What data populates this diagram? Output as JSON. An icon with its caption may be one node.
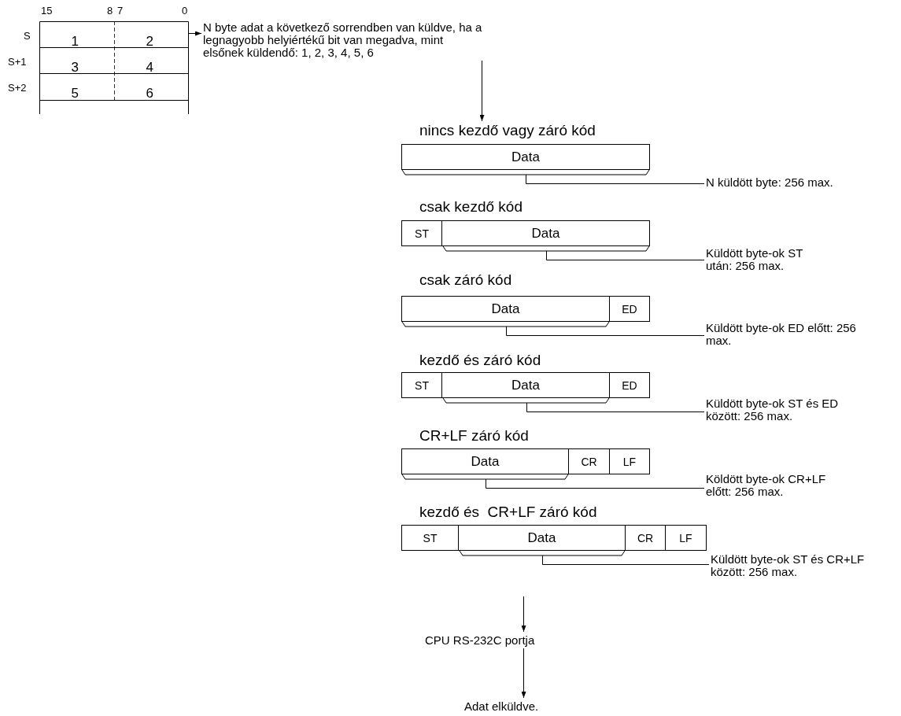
{
  "diagram": {
    "nodes": [
      {
        "text": [],
        "shape": "box"
      },
      {
        "text": [
          "N byte adat a következő sorrendben van küldve, ha a legnagyobb helyiértékű bit van megadva, mint elsőnek küldendő: 1, 2, 3, 4, 5, 6"
        ]
      },
      {
        "text": [
          "nincs kezdő vagy záró kód"
        ]
      },
      {
        "text": [
          "Data"
        ],
        "in": 2
      },
      {
        "text": [
          "N küldött byte: 256 max."
        ]
      },
      {
        "text": [
          "csak kezdő kód"
        ]
      },
      {
        "text": [
          "ST"
        ],
        "in": 5
      },
      {
        "text": [
          "Data"
        ],
        "in": 5
      },
      {
        "text": [
          "Küldött byte-ok ST után: 256 max."
        ]
      },
      {
        "text": [
          "csak záró kód"
        ]
      },
      {
        "text": [
          "Data"
        ],
        "in": 9
      },
      {
        "text": [
          "ED"
        ],
        "in": 9
      },
      {
        "text": [
          "Küldött byte-ok ED előtt: 256 max."
        ]
      },
      {
        "text": [
          "kezdő és záró kód"
        ]
      },
      {
        "text": [
          "ST"
        ],
        "in": 13
      },
      {
        "text": [
          "Data"
        ],
        "in": 13
      },
      {
        "text": [
          "ED"
        ],
        "in": 13
      },
      {
        "text": [
          "Küldött byte-ok ST és ED között: 256 max."
        ]
      },
      {
        "text": [
          "CR+LF záró kód"
        ]
      },
      {
        "text": [
          "Data"
        ],
        "in": 18
      },
      {
        "text": [
          "CR"
        ],
        "in": 18
      },
      {
        "text": [
          "LF"
        ],
        "in": 18
      },
      {
        "text": [
          "Köldött byte-ok CR+LF előtt: 256 max."
        ]
      },
      {
        "text": [
          "kezdő és  CR+LF záró kód"
        ]
      },
      {
        "text": [
          "ST"
        ],
        "in": 23
      },
      {
        "text": [
          "Data"
        ],
        "in": 23
      },
      {
        "text": [
          "CR"
        ],
        "in": 23
      },
      {
        "text": [
          "LF"
        ],
        "in": 23
      },
      {
        "text": [
          "Küldött byte-ok ST és CR+LF között: 256 max."
        ]
      },
      {
        "text": [
          "CPU RS-232C portja"
        ]
      },
      {
        "text": [
          "Adat elküldve."
        ]
      }
    ],
    "edges": [
      {
        "from": 0,
        "to": 1,
        "arrow": "to"
      },
      {
        "from": 1,
        "to": 2,
        "arrow": "to"
      },
      {
        "from": 4,
        "to": 3,
        "arrow": "none"
      },
      {
        "from": 8,
        "to": 7,
        "arrow": "none"
      },
      {
        "from": 12,
        "to": 10,
        "arrow": "none"
      },
      {
        "from": 17,
        "to": 15,
        "arrow": "none"
      },
      {
        "from": 22,
        "to": 19,
        "arrow": "none"
      },
      {
        "from": 28,
        "to": 25,
        "arrow": "none"
      },
      {
        "from": null,
        "to": 29,
        "arrow": "to"
      },
      {
        "from": 29,
        "to": 30,
        "arrow": "to"
      }
    ],
    "labels": [
      "15",
      "8",
      "7",
      "0",
      "S",
      "1",
      "2",
      "S+1",
      "3",
      "4",
      "S+2",
      "5",
      "6"
    ]
  }
}
